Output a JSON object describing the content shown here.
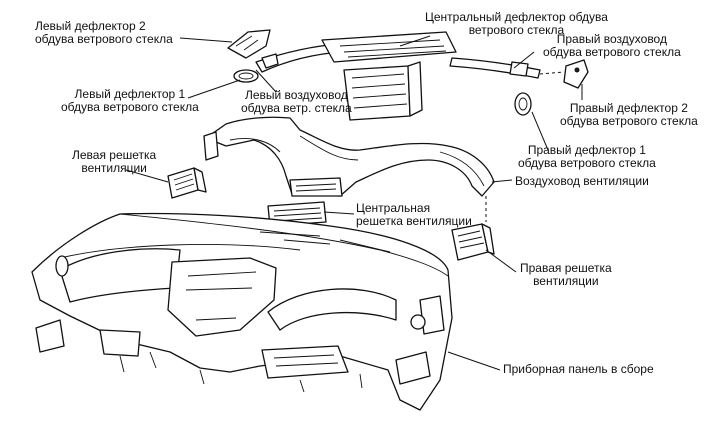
{
  "labels": {
    "left_defl2": [
      "Левый дефлектор 2",
      "обдува ветрового стекла"
    ],
    "center_defl": [
      "Центральный дефлектор обдува",
      "ветрового стекла"
    ],
    "right_duct_ws": [
      "Правый воздуховод",
      "обдува ветрового стекла"
    ],
    "left_defl1": [
      "Левый дефлектор 1",
      "обдува ветрового стекла"
    ],
    "left_duct_ws": [
      "Левый воздуховод",
      "обдува ветр. стекла"
    ],
    "right_defl2": [
      "Правый дефлектор 2",
      "обдува ветрового стекла"
    ],
    "right_defl1": [
      "Правый дефлектор 1",
      "обдува ветрового стекла"
    ],
    "left_grille": [
      "Левая решетка",
      "вентиляции"
    ],
    "vent_duct": [
      "Воздуховод вентиляции"
    ],
    "center_grille": [
      "Центральная",
      "решетка вентиляции"
    ],
    "right_grille": [
      "Правая решетка",
      "вентиляции"
    ],
    "dash_assembly": [
      "Приборная панель в сборе"
    ]
  }
}
